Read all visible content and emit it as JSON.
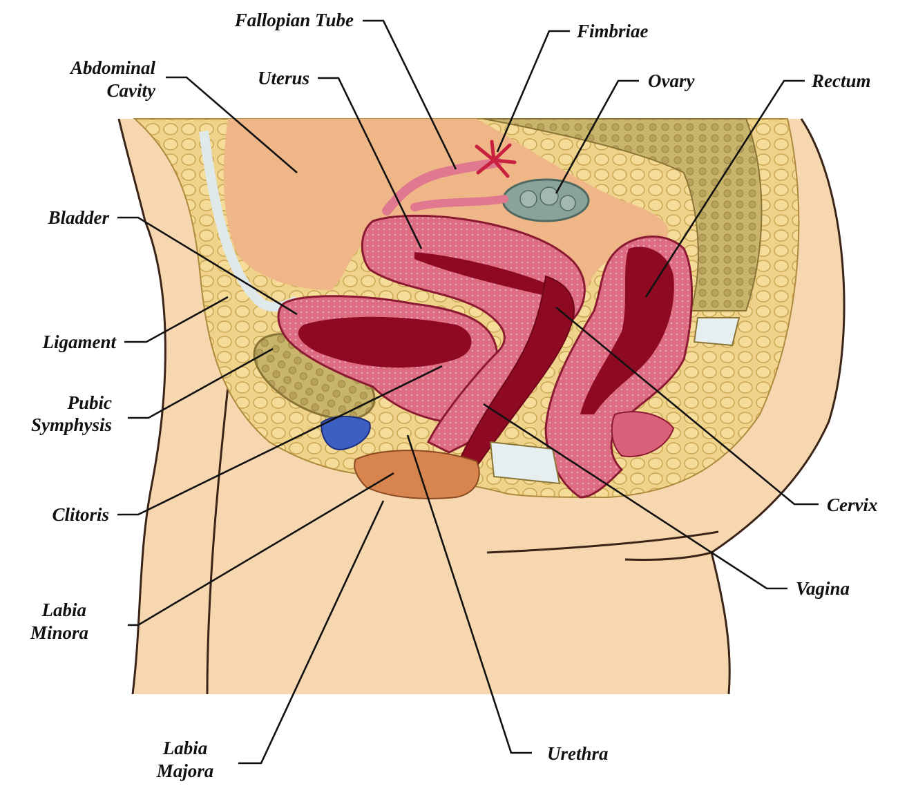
{
  "labels": {
    "fallopian_tube": "Fallopian Tube",
    "fimbriae": "Fimbriae",
    "abdominal_cavity_1": "Abdominal",
    "abdominal_cavity_2": "Cavity",
    "uterus": "Uterus",
    "ovary": "Ovary",
    "rectum": "Rectum",
    "bladder": "Bladder",
    "ligament": "Ligament",
    "pubic_symphysis_1": "Pubic",
    "pubic_symphysis_2": "Symphysis",
    "clitoris": "Clitoris",
    "cervix": "Cervix",
    "vagina": "Vagina",
    "labia_minora_1": "Labia",
    "labia_minora_2": "Minora",
    "labia_majora_1": "Labia",
    "labia_majora_2": "Majora",
    "urethra": "Urethra"
  },
  "colors": {
    "skin": "#f6d7b0",
    "cavity": "#efb787",
    "fat": "#efd38a",
    "bone": "#c8b46a",
    "organ": "#d9627a",
    "lumen": "#8e0a22",
    "ovary": "#8aa39a",
    "clitoris": "#3d5fc4"
  }
}
